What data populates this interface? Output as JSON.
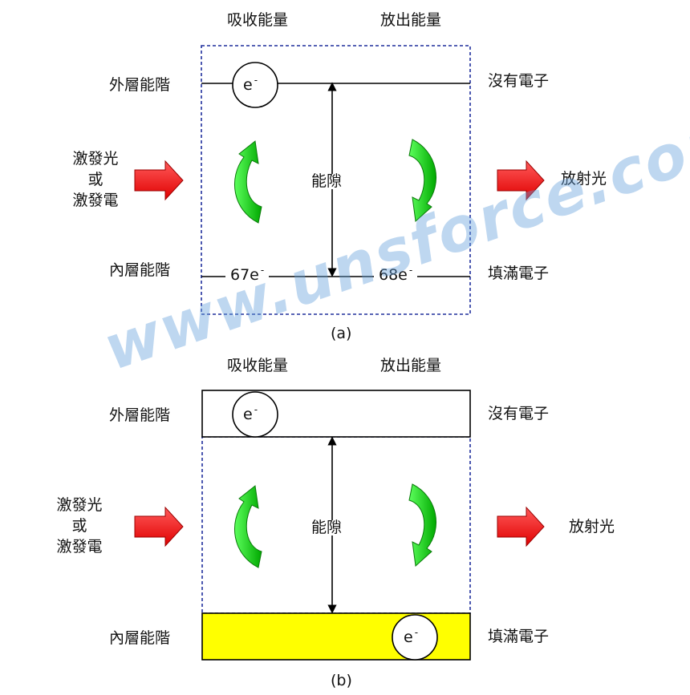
{
  "panel_a": {
    "top_left_heading": "吸收能量",
    "top_right_heading": "放出能量",
    "outer_level": "外層能階",
    "inner_level": "內層能階",
    "excite_line1": "激發光",
    "excite_line2": "或",
    "excite_line3": "激發電",
    "emit": "放射光",
    "no_electron": "沒有電子",
    "filled_electron": "填滿電子",
    "gap": "能隙",
    "electron": "e",
    "electron_sup": "-",
    "count_left": "67e",
    "count_right": "68e",
    "count_sup": "-",
    "caption": "(a)"
  },
  "panel_b": {
    "top_left_heading": "吸收能量",
    "top_right_heading": "放出能量",
    "outer_level": "外層能階",
    "inner_level": "內層能階",
    "excite_line1": "激發光",
    "excite_line2": "或",
    "excite_line3": "激發電",
    "emit": "放射光",
    "no_electron": "沒有電子",
    "filled_electron": "填滿電子",
    "gap": "能隙",
    "electron": "e",
    "electron_sup": "-",
    "caption": "(b)"
  },
  "watermark": "www.unsforce.com",
  "colors": {
    "frame_dashed": "#1f2f9c",
    "arrow_red": "#ff0000",
    "arrow_green": "#1fcc1f",
    "band_yellow": "#ffff00"
  }
}
